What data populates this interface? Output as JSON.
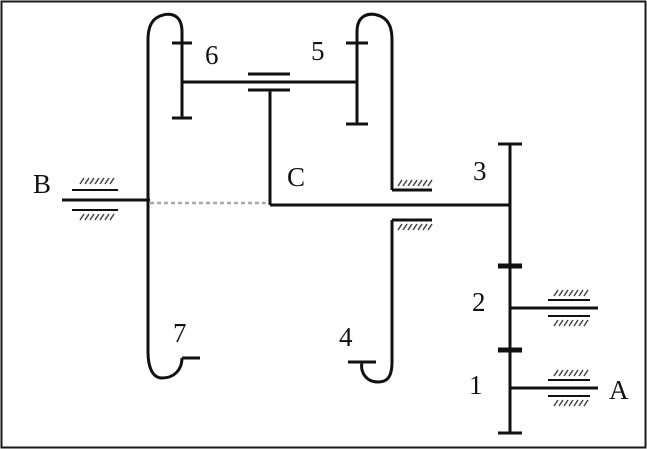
{
  "diagram": {
    "colors": {
      "background": "#ffffff",
      "line": "#111111",
      "hatch": "#444444",
      "dotted": "#aaaaaa",
      "frame": "#1a1a1a"
    },
    "labels": {
      "shaft_b": "B",
      "carrier_c": "C",
      "shaft_a": "A",
      "gear_1": "1",
      "gear_2": "2",
      "gear_3": "3",
      "gear_4": "4",
      "gear_5": "5",
      "gear_6": "6",
      "gear_7": "7"
    }
  }
}
